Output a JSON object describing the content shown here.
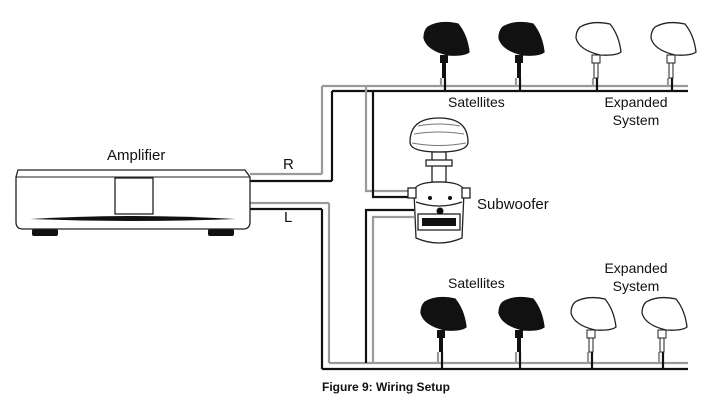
{
  "labels": {
    "amplifier": "Amplifier",
    "right_channel": "R",
    "left_channel": "L",
    "subwoofer": "Subwoofer",
    "satellites_top": "Satellites",
    "satellites_bottom": "Satellites",
    "expanded_top_line1": "Expanded",
    "expanded_top_line2": "System",
    "expanded_bottom_line1": "Expanded",
    "expanded_bottom_line2": "System"
  },
  "caption": "Figure 9: Wiring Setup",
  "colors": {
    "wire_dark": "#111111",
    "wire_light": "#9a9a9a",
    "speaker_filled": "#111111",
    "speaker_outline": "#ffffff",
    "device_fill": "#ffffff",
    "device_stroke": "#222222"
  },
  "speakers": {
    "top_row": [
      {
        "kind": "satellite",
        "style": "filled"
      },
      {
        "kind": "satellite",
        "style": "filled"
      },
      {
        "kind": "expanded",
        "style": "outline"
      },
      {
        "kind": "expanded",
        "style": "outline"
      }
    ],
    "bottom_row": [
      {
        "kind": "satellite",
        "style": "filled"
      },
      {
        "kind": "satellite",
        "style": "filled"
      },
      {
        "kind": "expanded",
        "style": "outline"
      },
      {
        "kind": "expanded",
        "style": "outline"
      }
    ]
  }
}
